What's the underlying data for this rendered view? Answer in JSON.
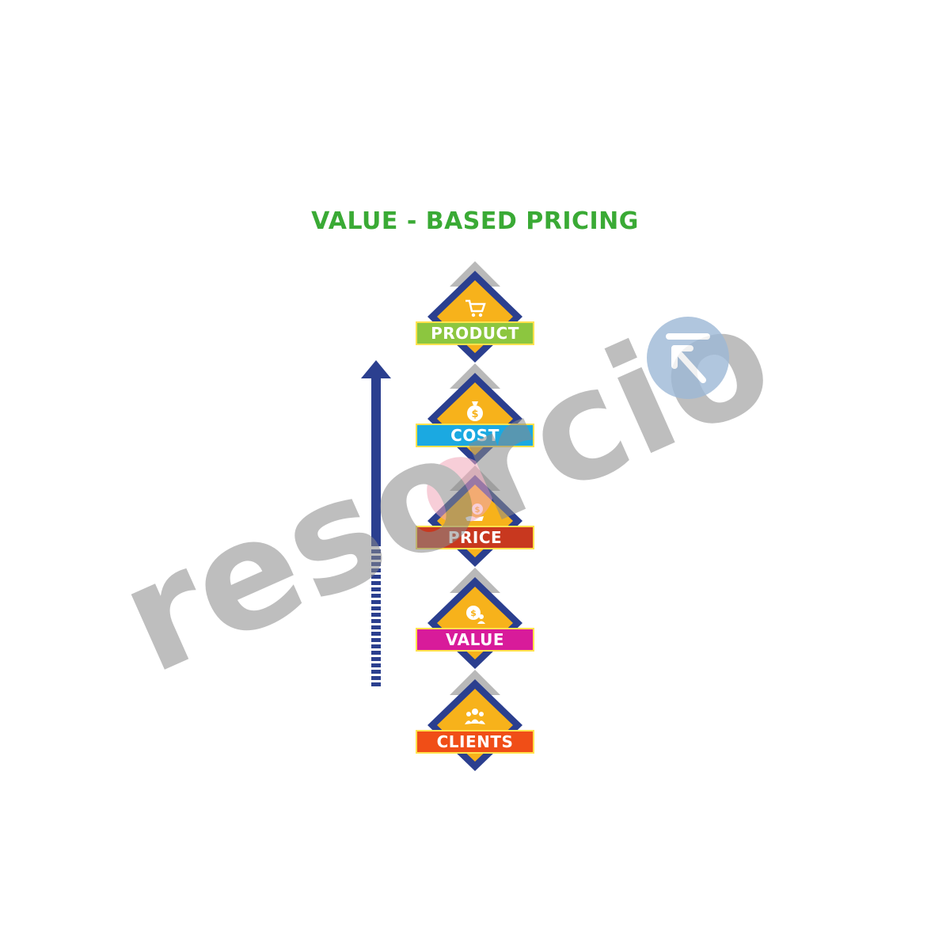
{
  "title": "VALUE - BASED PRICING",
  "colors": {
    "title": "#3aaa35",
    "arrow": "#2b3f8f",
    "diamond_fill": "#f7b21b",
    "diamond_border": "#2b3f8f",
    "chevron": "#b9b9b9",
    "banner_border": "#ffe24d"
  },
  "steps": [
    {
      "label": "PRODUCT",
      "icon": "shopping-cart-icon",
      "color": "#8cc63f"
    },
    {
      "label": "COST",
      "icon": "money-bag-icon",
      "color": "#1ba9e1"
    },
    {
      "label": "PRICE",
      "icon": "coin-hand-icon",
      "color": "#c8381f"
    },
    {
      "label": "VALUE",
      "icon": "dollar-person-icon",
      "color": "#d81b9a"
    },
    {
      "label": "CLIENTS",
      "icon": "people-group-icon",
      "color": "#f04e17"
    }
  ],
  "watermark": {
    "text": "resorcio"
  }
}
